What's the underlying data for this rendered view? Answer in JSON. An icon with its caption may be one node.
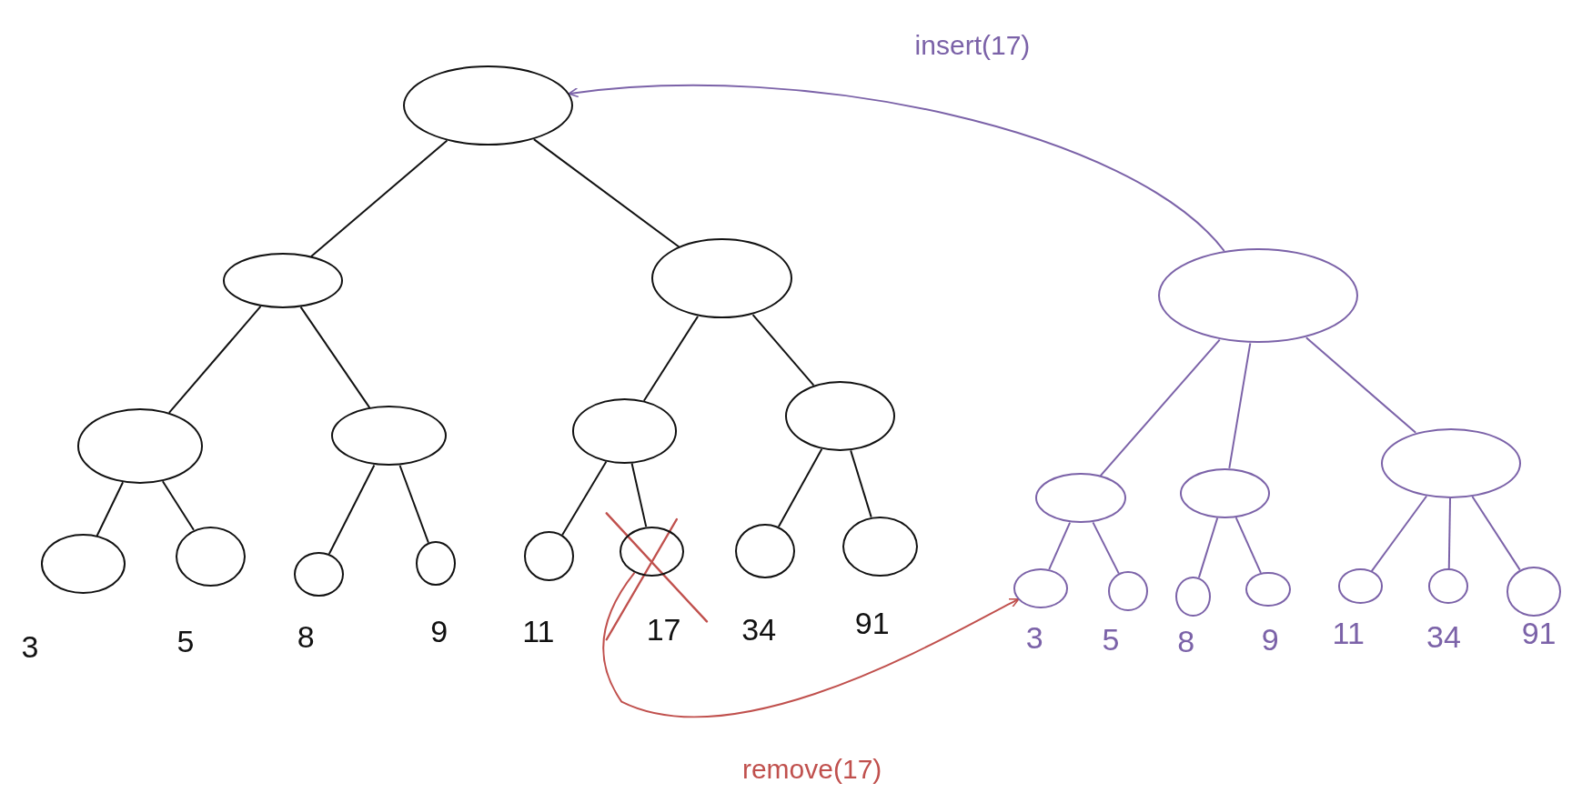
{
  "diagram": {
    "nodes": [
      {
        "text": [],
        "shape": "circle"
      },
      {
        "text": [],
        "shape": "circle"
      },
      {
        "text": [],
        "shape": "circle"
      },
      {
        "text": [],
        "shape": "circle"
      },
      {
        "text": [],
        "shape": "circle"
      },
      {
        "text": [],
        "shape": "circle"
      },
      {
        "text": [],
        "shape": "circle"
      },
      {
        "text": [],
        "shape": "circle",
        "beside": [
          "3"
        ]
      },
      {
        "text": [],
        "shape": "circle",
        "beside": [
          "5"
        ]
      },
      {
        "text": [],
        "shape": "circle",
        "beside": [
          "8"
        ]
      },
      {
        "text": [],
        "shape": "circle",
        "beside": [
          "9"
        ]
      },
      {
        "text": [],
        "shape": "circle",
        "beside": [
          "11"
        ]
      },
      {
        "text": [],
        "shape": "circle",
        "beside": [
          "17"
        ]
      },
      {
        "text": [],
        "shape": "circle",
        "beside": [
          "34"
        ]
      },
      {
        "text": [],
        "shape": "circle",
        "beside": [
          "91"
        ]
      },
      {
        "text": [],
        "shape": "circle"
      },
      {
        "text": [],
        "shape": "circle"
      },
      {
        "text": [],
        "shape": "circle"
      },
      {
        "text": [],
        "shape": "circle"
      },
      {
        "text": [],
        "shape": "circle",
        "beside": [
          "3"
        ]
      },
      {
        "text": [],
        "shape": "circle",
        "beside": [
          "5"
        ]
      },
      {
        "text": [],
        "shape": "circle",
        "beside": [
          "8"
        ]
      },
      {
        "text": [],
        "shape": "circle",
        "beside": [
          "9"
        ]
      },
      {
        "text": [],
        "shape": "circle",
        "beside": [
          "11"
        ]
      },
      {
        "text": [],
        "shape": "circle",
        "beside": [
          "34"
        ]
      },
      {
        "text": [],
        "shape": "circle",
        "beside": [
          "91"
        ]
      }
    ],
    "edges": [
      {
        "from": 0,
        "to": 1,
        "arrow": "none"
      },
      {
        "from": 0,
        "to": 2,
        "arrow": "none"
      },
      {
        "from": 1,
        "to": 3,
        "arrow": "none"
      },
      {
        "from": 1,
        "to": 4,
        "arrow": "none"
      },
      {
        "from": 2,
        "to": 5,
        "arrow": "none"
      },
      {
        "from": 2,
        "to": 6,
        "arrow": "none"
      },
      {
        "from": 3,
        "to": 7,
        "arrow": "none"
      },
      {
        "from": 3,
        "to": 8,
        "arrow": "none"
      },
      {
        "from": 4,
        "to": 9,
        "arrow": "none"
      },
      {
        "from": 4,
        "to": 10,
        "arrow": "none"
      },
      {
        "from": 5,
        "to": 11,
        "arrow": "none"
      },
      {
        "from": 5,
        "to": 12,
        "arrow": "none"
      },
      {
        "from": 6,
        "to": 13,
        "arrow": "none"
      },
      {
        "from": 6,
        "to": 14,
        "arrow": "none"
      },
      {
        "from": 15,
        "to": 16,
        "arrow": "none",
        "color": "#7b62a8"
      },
      {
        "from": 15,
        "to": 17,
        "arrow": "none",
        "color": "#7b62a8"
      },
      {
        "from": 15,
        "to": 18,
        "arrow": "none",
        "color": "#7b62a8"
      },
      {
        "from": 16,
        "to": 19,
        "arrow": "none",
        "color": "#7b62a8"
      },
      {
        "from": 16,
        "to": 20,
        "arrow": "none",
        "color": "#7b62a8"
      },
      {
        "from": 17,
        "to": 21,
        "arrow": "none",
        "color": "#7b62a8"
      },
      {
        "from": 17,
        "to": 22,
        "arrow": "none",
        "color": "#7b62a8"
      },
      {
        "from": 18,
        "to": 23,
        "arrow": "none",
        "color": "#7b62a8"
      },
      {
        "from": 18,
        "to": 24,
        "arrow": "none",
        "color": "#7b62a8"
      },
      {
        "from": 18,
        "to": 25,
        "arrow": "none",
        "color": "#7b62a8"
      },
      {
        "from": 12,
        "to": 19,
        "arrow": "to",
        "label": "remove(17)",
        "color": "#c0504d"
      },
      {
        "from": 15,
        "to": 0,
        "arrow": "to",
        "label": "insert(17)",
        "color": "#7b62a8"
      }
    ]
  }
}
